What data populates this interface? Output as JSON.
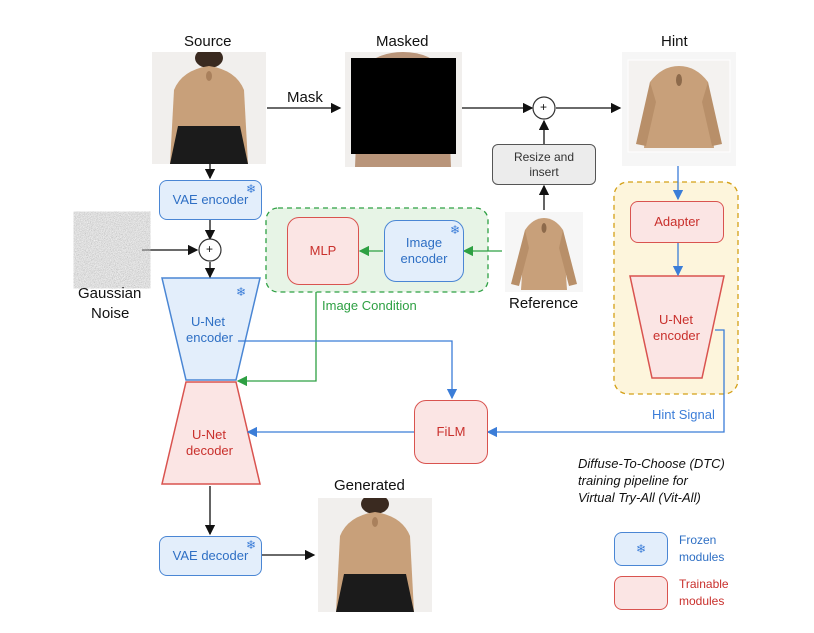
{
  "images": {
    "source_label": "Source",
    "masked_label": "Masked",
    "hint_label": "Hint",
    "generated_label": "Generated",
    "reference_label": "Reference",
    "noise_label_line1": "Gaussian",
    "noise_label_line2": "Noise"
  },
  "edges": {
    "mask_label": "Mask",
    "image_condition_label": "Image Condition",
    "hint_signal_label": "Hint Signal"
  },
  "modules": {
    "vae_encoder": "VAE encoder",
    "vae_decoder": "VAE decoder",
    "mlp": "MLP",
    "image_encoder_line1": "Image",
    "image_encoder_line2": "encoder",
    "resize_line1": "Resize and",
    "resize_line2": "insert",
    "adapter": "Adapter",
    "unet_encoder_line1": "U-Net",
    "unet_encoder_line2": "encoder",
    "unet_decoder_line1": "U-Net",
    "unet_decoder_line2": "decoder",
    "hint_unet_line1": "U-Net",
    "hint_unet_line2": "encoder",
    "film": "FiLM"
  },
  "symbols": {
    "plus": "+",
    "snowflake": "❄"
  },
  "caption": {
    "line1": "Diffuse-To-Choose (DTC)",
    "line2": "training pipeline for",
    "line3": "Virtual Try-All (Vit-All)"
  },
  "legend": {
    "frozen_line1": "Frozen",
    "frozen_line2": "modules",
    "trainable_line1": "Trainable",
    "trainable_line2": "modules"
  },
  "colors": {
    "frozen_fill": "#e3eefb",
    "frozen_stroke": "#4a86d4",
    "trainable_fill": "#fbe5e4",
    "trainable_stroke": "#d9534f",
    "condition_green": "#2ea043",
    "hint_group_fill": "#fdf5dc",
    "hint_group_stroke": "#d4a017"
  }
}
